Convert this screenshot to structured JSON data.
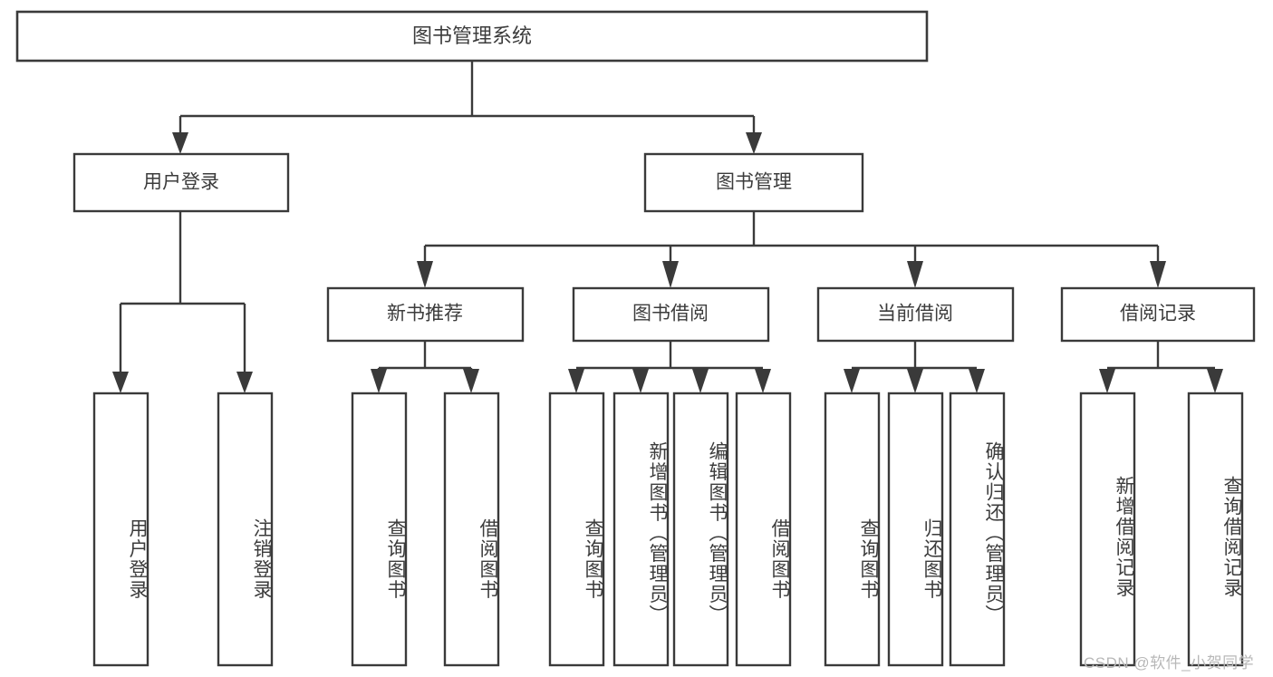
{
  "diagram": {
    "type": "tree",
    "title": "图书管理系统",
    "orientation": "top-down",
    "colors": {
      "stroke": "#3a3a3a",
      "box_fill": "#ffffff",
      "text": "#3c3c3c",
      "background": "#ffffff",
      "watermark": "#b8b8b8"
    },
    "root": {
      "label": "图书管理系统"
    },
    "level1": [
      {
        "label": "用户登录"
      },
      {
        "label": "图书管理"
      }
    ],
    "level2": [
      {
        "label": "新书推荐"
      },
      {
        "label": "图书借阅"
      },
      {
        "label": "当前借阅"
      },
      {
        "label": "借阅记录"
      }
    ],
    "leaves": {
      "user_login": [
        {
          "label": "用户登录"
        },
        {
          "label": "注销登录"
        }
      ],
      "new_book_recommend": [
        {
          "label": "查询图书"
        },
        {
          "label": "借阅图书"
        }
      ],
      "book_borrow": [
        {
          "label": "查询图书"
        },
        {
          "label": "新增图书（管理员）"
        },
        {
          "label": "编辑图书（管理员）"
        },
        {
          "label": "借阅图书"
        }
      ],
      "current_borrow": [
        {
          "label": "查询图书"
        },
        {
          "label": "归还图书"
        },
        {
          "label": "确认归还（管理员）"
        }
      ],
      "borrow_record": [
        {
          "label": "新增借阅记录"
        },
        {
          "label": "查询借阅记录"
        }
      ]
    }
  },
  "watermark": {
    "text": "CSDN @软件_小贺同学"
  }
}
